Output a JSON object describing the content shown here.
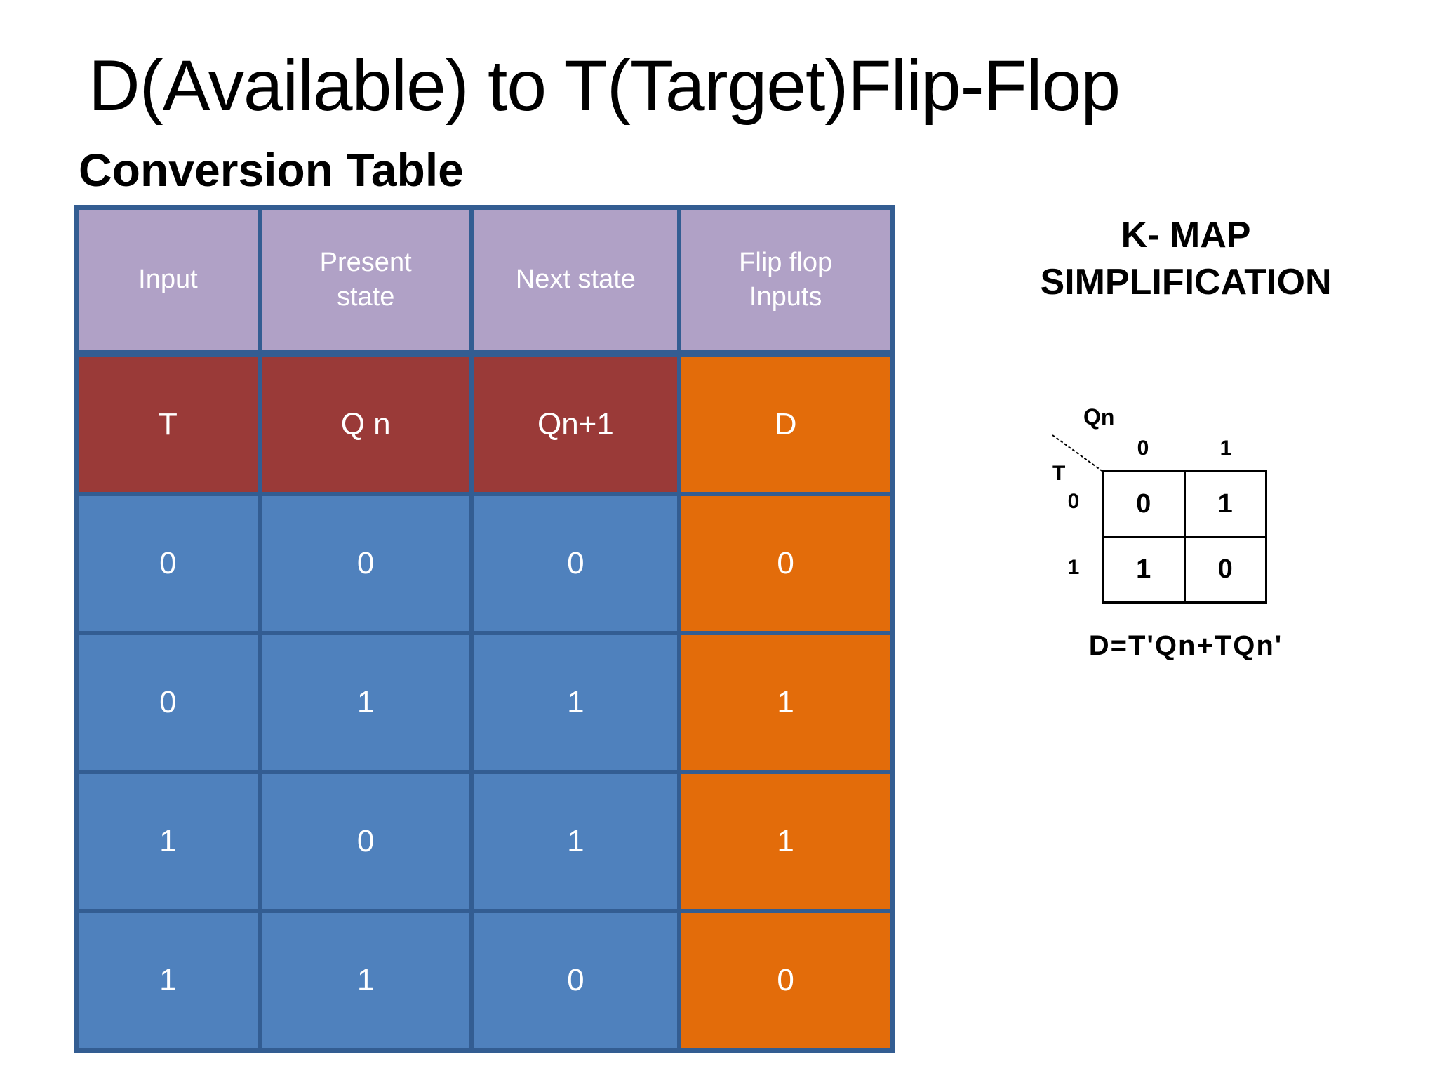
{
  "slide": {
    "title": "D(Available) to T(Target)Flip-Flop",
    "subtitle": "Conversion Table"
  },
  "table": {
    "headers": [
      "Input",
      "Present\nstate",
      "Next state",
      "Flip flop\nInputs"
    ],
    "variable_row": [
      "T",
      "Q n",
      "Qn+1",
      "D"
    ],
    "rows": [
      [
        "0",
        "0",
        "0",
        "0"
      ],
      [
        "0",
        "1",
        "1",
        "1"
      ],
      [
        "1",
        "0",
        "1",
        "1"
      ],
      [
        "1",
        "1",
        "0",
        "0"
      ]
    ]
  },
  "kmap": {
    "heading": "K- MAP\nSIMPLIFICATION",
    "col_var": "Qn",
    "row_var": "T",
    "col_labels": [
      "0",
      "1"
    ],
    "row_labels": [
      "0",
      "1"
    ],
    "cells": [
      [
        "0",
        "1"
      ],
      [
        "1",
        "0"
      ]
    ],
    "formula": "D=T'Qn+TQn'"
  },
  "colors": {
    "header_bg": "#b0a1c6",
    "variable_bg": "#9a3a38",
    "data_bg": "#4f81bd",
    "flipflop_bg": "#e36c0a",
    "border": "#335d92",
    "cell_text": "#ffffff"
  }
}
